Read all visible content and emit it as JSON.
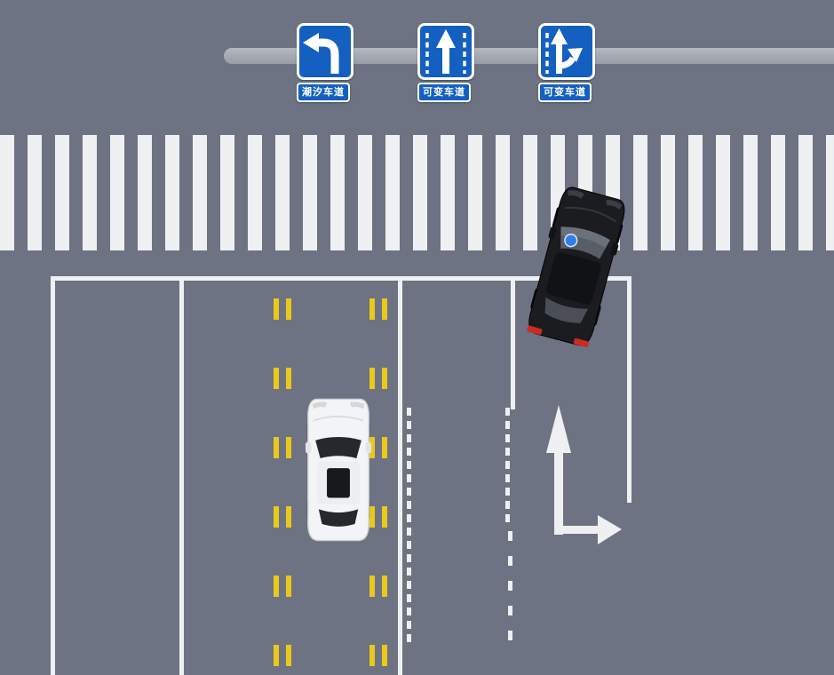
{
  "scene": {
    "type": "top-down traffic lane illustration",
    "background_color": "#6d7382"
  },
  "gantry": {
    "color": "#a9aeb6"
  },
  "signs": [
    {
      "name": "tidal-lane-sign",
      "arrow": "left-turn",
      "label": "潮汐车道",
      "panel_color": "#1460c0",
      "text_color": "#ffffff"
    },
    {
      "name": "variable-lane-sign-straight",
      "arrow": "straight",
      "label": "可变车道",
      "panel_color": "#1460c0",
      "text_color": "#ffffff"
    },
    {
      "name": "variable-lane-sign-straight-right",
      "arrow": "straight-right",
      "label": "可变车道",
      "panel_color": "#1460c0",
      "text_color": "#ffffff"
    }
  ],
  "road": {
    "crosswalk": {
      "stripe_color": "#eef0f1",
      "orientation": "vertical-stripes",
      "stripe_count": 30
    },
    "lane_line_color": "#eef0f1",
    "tidal_lane_dash_color": "#e9c91c",
    "road_arrow_type": "straight-and-right-turn",
    "markings": [
      "stop line across all lanes",
      "double dashed yellow tidal-lane lines",
      "sawtooth dashed variable-lane lines",
      "broken white lane divider"
    ]
  },
  "vehicles": [
    {
      "name": "black-car",
      "body_color": "#1b1c20",
      "heading": "angled up-right across stop line",
      "windshield_sticker_color": "#2f7fe8",
      "taillight_color": "#cc2a22"
    },
    {
      "name": "white-car",
      "body_color": "#f3f4f6",
      "heading": "straight up in tidal lane"
    }
  ]
}
